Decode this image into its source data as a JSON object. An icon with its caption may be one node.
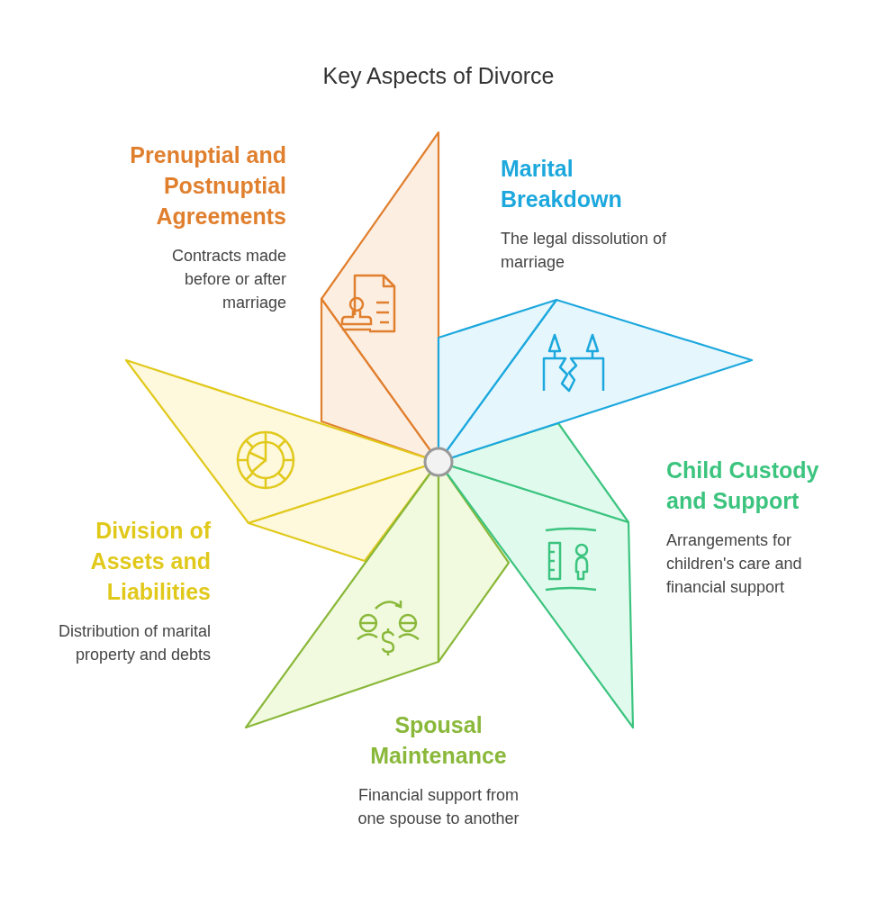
{
  "diagram": {
    "title": "Key Aspects of Divorce",
    "nodes": [
      {
        "text": [
          "Prenuptial and Postnuptial Agreements",
          "Contracts made before or after marriage"
        ]
      },
      {
        "text": [
          "Marital Breakdown",
          "The legal dissolution of marriage"
        ]
      },
      {
        "text": [
          "Child Custody and Support",
          "Arrangements for children's care and financial support"
        ]
      },
      {
        "text": [
          "Spousal Maintenance",
          "Financial support from one spouse to another"
        ]
      },
      {
        "text": [
          "Division of Assets and Liabilities",
          "Distribution of marital property and debts"
        ]
      }
    ]
  }
}
